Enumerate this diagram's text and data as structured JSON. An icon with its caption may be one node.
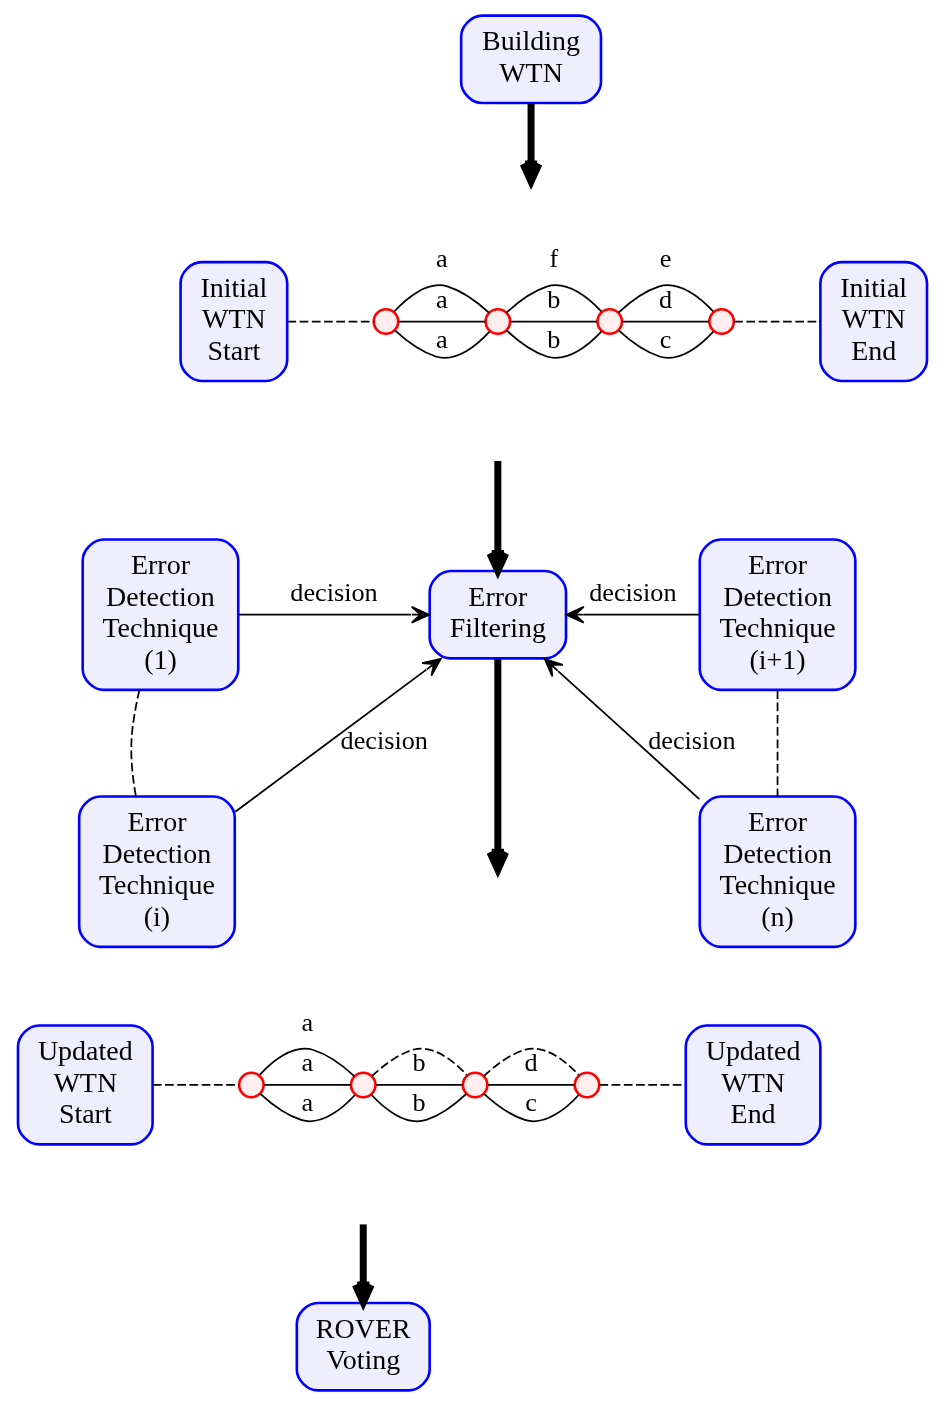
{
  "diagram": {
    "nodes": [
      {
        "text": [
          "Building WTN"
        ]
      },
      {
        "text": [
          "Initial WTN Start"
        ]
      },
      {
        "text": [],
        "shape": "circle"
      },
      {
        "text": [],
        "shape": "circle"
      },
      {
        "text": [],
        "shape": "circle"
      },
      {
        "text": [],
        "shape": "circle"
      },
      {
        "text": [
          "Initial WTN End"
        ]
      },
      {
        "text": [
          "Error Detection Technique (1)"
        ]
      },
      {
        "text": [
          "Error Filtering"
        ]
      },
      {
        "text": [
          "Error Detection Technique (i+1)"
        ]
      },
      {
        "text": [
          "Error Detection Technique (i)"
        ]
      },
      {
        "text": [
          "Error Detection Technique (n)"
        ]
      },
      {
        "text": [
          "Updated WTN Start"
        ]
      },
      {
        "text": [],
        "shape": "circle"
      },
      {
        "text": [],
        "shape": "circle"
      },
      {
        "text": [],
        "shape": "circle"
      },
      {
        "text": [],
        "shape": "circle"
      },
      {
        "text": [
          "Updated WTN End"
        ]
      },
      {
        "text": [
          "ROVER Voting"
        ]
      }
    ],
    "edges": [
      {
        "from": 0,
        "to": null,
        "arrow": "to",
        "style": "thick"
      },
      {
        "from": 1,
        "to": 2,
        "arrow": "none",
        "style": "dashed"
      },
      {
        "from": 2,
        "to": 3,
        "arrow": "none",
        "label": "a"
      },
      {
        "from": 2,
        "to": 3,
        "arrow": "none",
        "label": "a"
      },
      {
        "from": 2,
        "to": 3,
        "arrow": "none",
        "label": "a"
      },
      {
        "from": 3,
        "to": 4,
        "arrow": "none",
        "label": "b"
      },
      {
        "from": 3,
        "to": 4,
        "arrow": "none",
        "label": "f"
      },
      {
        "from": 3,
        "to": 4,
        "arrow": "none",
        "label": "b"
      },
      {
        "from": 4,
        "to": 5,
        "arrow": "none",
        "label": "c"
      },
      {
        "from": 4,
        "to": 5,
        "arrow": "none",
        "label": "d"
      },
      {
        "from": 4,
        "to": 5,
        "arrow": "none",
        "label": "e"
      },
      {
        "from": 5,
        "to": 6,
        "arrow": "none",
        "style": "dashed"
      },
      {
        "from": 8,
        "to": null,
        "arrow": "to",
        "style": "thick"
      },
      {
        "from": 7,
        "to": 8,
        "arrow": "to",
        "label": "decision"
      },
      {
        "from": 9,
        "to": 8,
        "arrow": "to",
        "label": "decision"
      },
      {
        "from": 7,
        "to": 10,
        "arrow": "none",
        "style": "dashed"
      },
      {
        "from": 9,
        "to": 11,
        "arrow": "none",
        "style": "dashed"
      },
      {
        "from": 10,
        "to": 8,
        "arrow": "to",
        "label": "decision"
      },
      {
        "from": 11,
        "to": 8,
        "arrow": "to",
        "label": "decision"
      },
      {
        "from": null,
        "to": 8,
        "arrow": "to",
        "style": "thick"
      },
      {
        "from": 12,
        "to": 13,
        "arrow": "none",
        "style": "dashed"
      },
      {
        "from": 13,
        "to": 14,
        "arrow": "none",
        "label": "a"
      },
      {
        "from": 13,
        "to": 14,
        "arrow": "none",
        "label": "a"
      },
      {
        "from": 13,
        "to": 14,
        "arrow": "none",
        "label": "a"
      },
      {
        "from": 14,
        "to": 15,
        "arrow": "none",
        "label": "b"
      },
      {
        "from": 14,
        "to": 15,
        "arrow": "none",
        "style": "dashed"
      },
      {
        "from": 14,
        "to": 15,
        "arrow": "none",
        "label": "b"
      },
      {
        "from": 15,
        "to": 16,
        "arrow": "none",
        "label": "c"
      },
      {
        "from": 15,
        "to": 16,
        "arrow": "none",
        "label": "d"
      },
      {
        "from": 15,
        "to": 16,
        "arrow": "none",
        "style": "dashed"
      },
      {
        "from": 16,
        "to": 17,
        "arrow": "none",
        "style": "dashed"
      },
      {
        "from": null,
        "to": 18,
        "arrow": "to",
        "style": "thick"
      }
    ]
  }
}
